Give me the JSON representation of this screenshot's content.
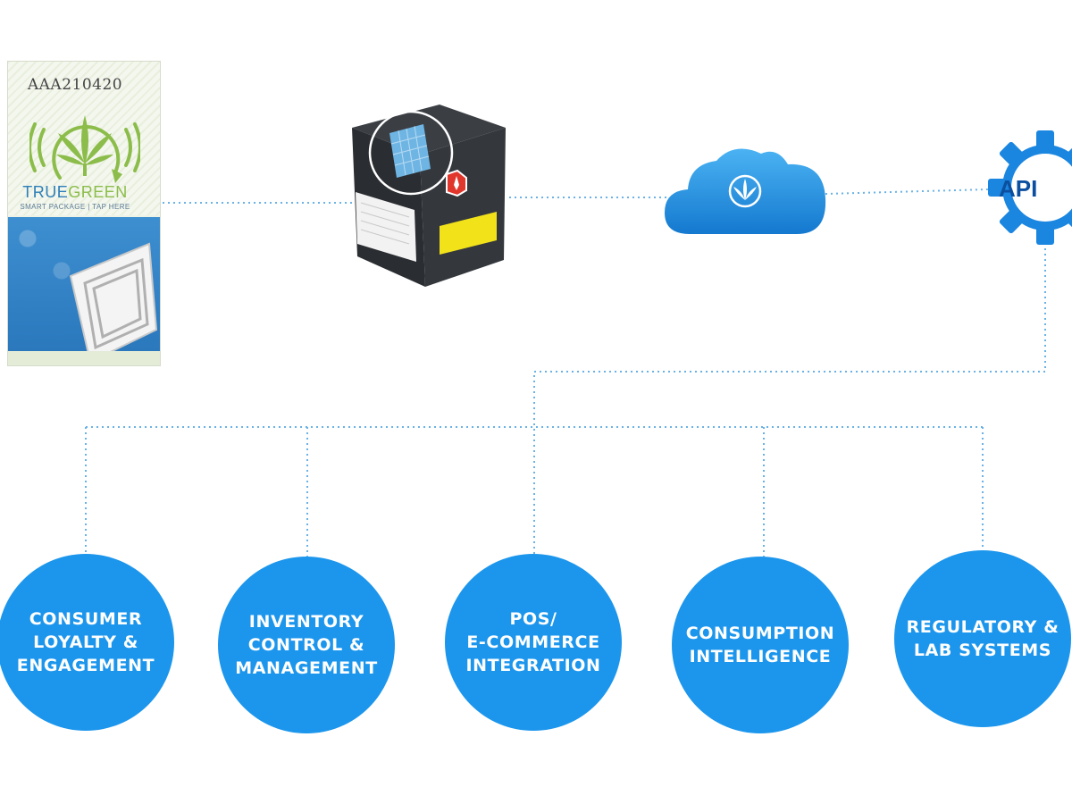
{
  "tag": {
    "code": "AAA210420",
    "brand_true": "TRUE",
    "brand_green": "GREEN",
    "tagline": "SMART PACKAGE | TAP HERE"
  },
  "api": {
    "label": "API"
  },
  "nodes": [
    {
      "label": "CONSUMER\nLOYALTY &\nENGAGEMENT"
    },
    {
      "label": "INVENTORY\nCONTROL &\nMANAGEMENT"
    },
    {
      "label": "POS/\nE-COMMERCE\nINTEGRATION"
    },
    {
      "label": "CONSUMPTION\nINTELLIGENCE"
    },
    {
      "label": "REGULATORY &\nLAB SYSTEMS"
    }
  ],
  "colors": {
    "node_blue": "#1c96ec",
    "connector": "#6ab2e6",
    "brand_blue": "#2e7fb8",
    "brand_green": "#8cbd4a",
    "api_gear": "#1a86e0"
  },
  "icons": [
    "cannabis-leaf-icon",
    "nfc-signal-icon",
    "cloud-icon",
    "gear-icon"
  ]
}
